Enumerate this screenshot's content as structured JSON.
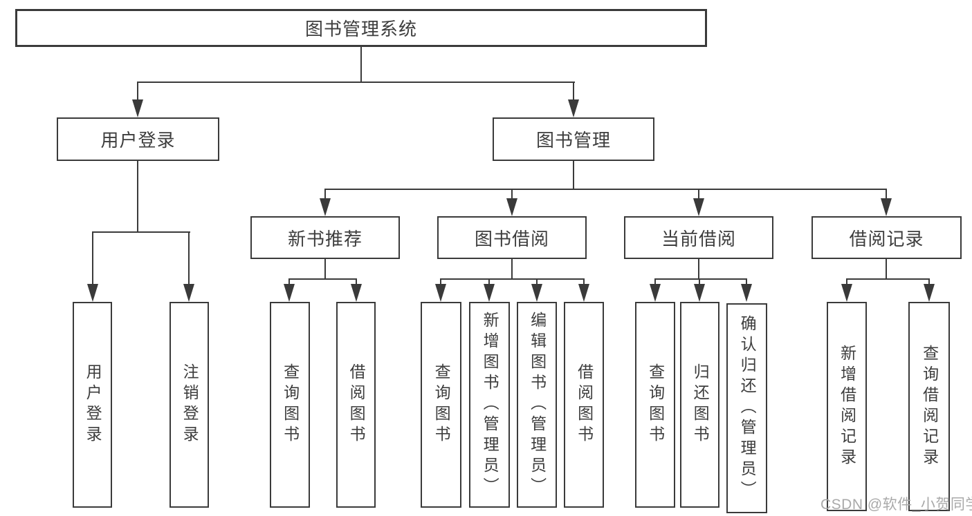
{
  "tree": {
    "root": {
      "label": "图书管理系统"
    },
    "branches": [
      {
        "label": "用户登录",
        "children": [
          {
            "label": "用户登录"
          },
          {
            "label": "注销登录"
          }
        ]
      },
      {
        "label": "图书管理",
        "children": [
          {
            "label": "新书推荐",
            "children": [
              {
                "label": "查询图书"
              },
              {
                "label": "借阅图书"
              }
            ]
          },
          {
            "label": "图书借阅",
            "children": [
              {
                "label": "查询图书"
              },
              {
                "label": "新增图书（管理员）"
              },
              {
                "label": "编辑图书（管理员）"
              },
              {
                "label": "借阅图书"
              }
            ]
          },
          {
            "label": "当前借阅",
            "children": [
              {
                "label": "查询图书"
              },
              {
                "label": "归还图书"
              },
              {
                "label": "确认归还（管理员）"
              }
            ]
          },
          {
            "label": "借阅记录",
            "children": [
              {
                "label": "新增借阅记录"
              },
              {
                "label": "查询借阅记录"
              }
            ]
          }
        ]
      }
    ]
  },
  "watermark": {
    "text": "CSDN @软件_小贺同学"
  },
  "colors": {
    "line": "#3a3a3a",
    "text": "#3d3d3d",
    "watermark": "#a9a9a9",
    "background": "#ffffff"
  }
}
